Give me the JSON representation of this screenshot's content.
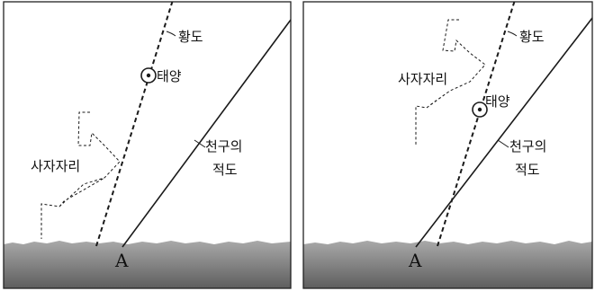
{
  "panels": [
    {
      "ecliptic_label": "황도",
      "sun_label": "태양",
      "constellation_label": "사자자리",
      "equator_label_line1": "천구의",
      "equator_label_line2": "적도",
      "horizon_point_label": "A"
    },
    {
      "ecliptic_label": "황도",
      "sun_label": "태양",
      "constellation_label": "사자자리",
      "equator_label_line1": "천구의",
      "equator_label_line2": "적도",
      "horizon_point_label": "A"
    }
  ],
  "colors": {
    "ground_top": "#a9a9a9",
    "ground_bottom": "#5a5a5a",
    "line": "#1a1a1a"
  }
}
